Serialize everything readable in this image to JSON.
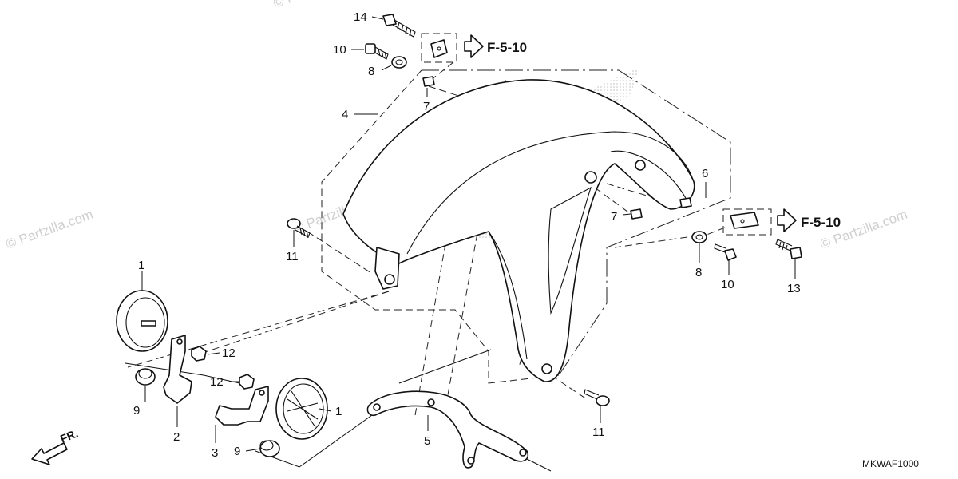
{
  "diagram": {
    "figure_code": "MKWAF1000",
    "direction_label": "FR.",
    "reference_arrows": [
      {
        "text": "F-5-10"
      },
      {
        "text": "F-5-10"
      }
    ],
    "callouts": [
      {
        "id": "c1a",
        "text": "1"
      },
      {
        "id": "c1b",
        "text": "1"
      },
      {
        "id": "c2",
        "text": "2"
      },
      {
        "id": "c3",
        "text": "3"
      },
      {
        "id": "c4",
        "text": "4"
      },
      {
        "id": "c5",
        "text": "5"
      },
      {
        "id": "c6",
        "text": "6"
      },
      {
        "id": "c7a",
        "text": "7"
      },
      {
        "id": "c7b",
        "text": "7"
      },
      {
        "id": "c8a",
        "text": "8"
      },
      {
        "id": "c8b",
        "text": "8"
      },
      {
        "id": "c9a",
        "text": "9"
      },
      {
        "id": "c9b",
        "text": "9"
      },
      {
        "id": "c10a",
        "text": "10"
      },
      {
        "id": "c10b",
        "text": "10"
      },
      {
        "id": "c11a",
        "text": "11"
      },
      {
        "id": "c11b",
        "text": "11"
      },
      {
        "id": "c12a",
        "text": "12"
      },
      {
        "id": "c12b",
        "text": "12"
      },
      {
        "id": "c13",
        "text": "13"
      },
      {
        "id": "c14",
        "text": "14"
      }
    ],
    "watermark": "© Partzilla.com"
  }
}
